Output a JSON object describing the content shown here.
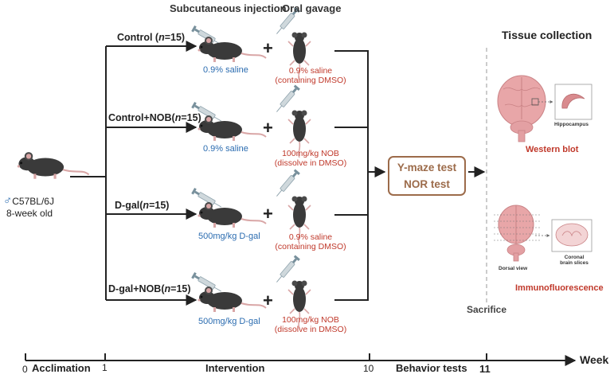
{
  "headers": {
    "subcutaneous": "Subcutaneous injection",
    "oral": "Oral gavage",
    "tissue": "Tissue collection"
  },
  "animal": {
    "sex_symbol": "♂",
    "strain": "C57BL/6J",
    "age": "8-week old"
  },
  "groups": [
    {
      "label_a": "Control (",
      "label_n": "n",
      "label_b": "=15)",
      "sc": "0.9% saline",
      "oral_1": "0.9% saline",
      "oral_2": "(containing DMSO)"
    },
    {
      "label_a": "Control+NOB(",
      "label_n": "n",
      "label_b": "=15)",
      "sc": "0.9% saline",
      "oral_1": "100mg/kg NOB",
      "oral_2": "(dissolve in DMSO)"
    },
    {
      "label_a": "D-gal(",
      "label_n": "n",
      "label_b": "=15)",
      "sc": "500mg/kg D-gal",
      "oral_1": "0.9% saline",
      "oral_2": "(containing DMSO)"
    },
    {
      "label_a": "D-gal+NOB(",
      "label_n": "n",
      "label_b": "=15)",
      "sc": "500mg/kg D-gal",
      "oral_1": "100mg/kg NOB",
      "oral_2": "(dissolve in DMSO)"
    }
  ],
  "plus": "+",
  "behavior_box": {
    "line1": "Y-maze test",
    "line2": "NOR test"
  },
  "tissue": {
    "hippocampus": "Hippocampus",
    "western_blot": "Western blot",
    "dorsal_view": "Dorsal view",
    "coronal_1": "Coronal",
    "coronal_2": "brain slices",
    "immunofluorescence": "Immunofluorescence",
    "sacrifice": "Sacrifice"
  },
  "timeline": {
    "ticks": [
      "0",
      "1",
      "10",
      "11"
    ],
    "phases": [
      "Acclimation",
      "Intervention",
      "Behavior tests"
    ],
    "unit": "Week"
  },
  "colors": {
    "accent_brown": "#9c6b4a",
    "red": "#c0392b",
    "blue": "#2b6cb0",
    "brain_pink": "#e8a6a8"
  }
}
